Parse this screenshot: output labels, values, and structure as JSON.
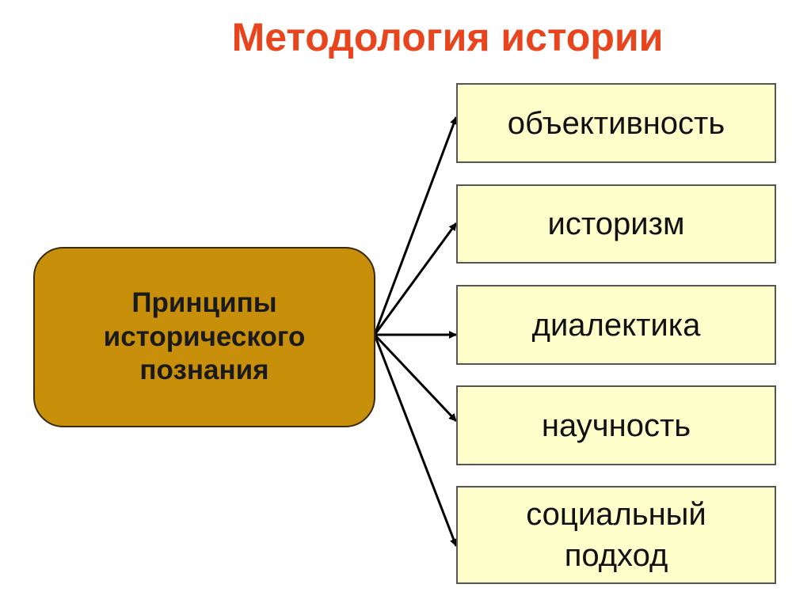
{
  "title": "Методология истории",
  "center": {
    "line1": "Принципы",
    "line2": "исторического",
    "line3": "познания"
  },
  "principles": [
    "объективность",
    "историзм",
    "диалектика",
    "научность",
    "социальный подход"
  ],
  "colors": {
    "title": "#e8451e",
    "center_fill": "#c8900a",
    "box_fill": "#ffffcc"
  }
}
